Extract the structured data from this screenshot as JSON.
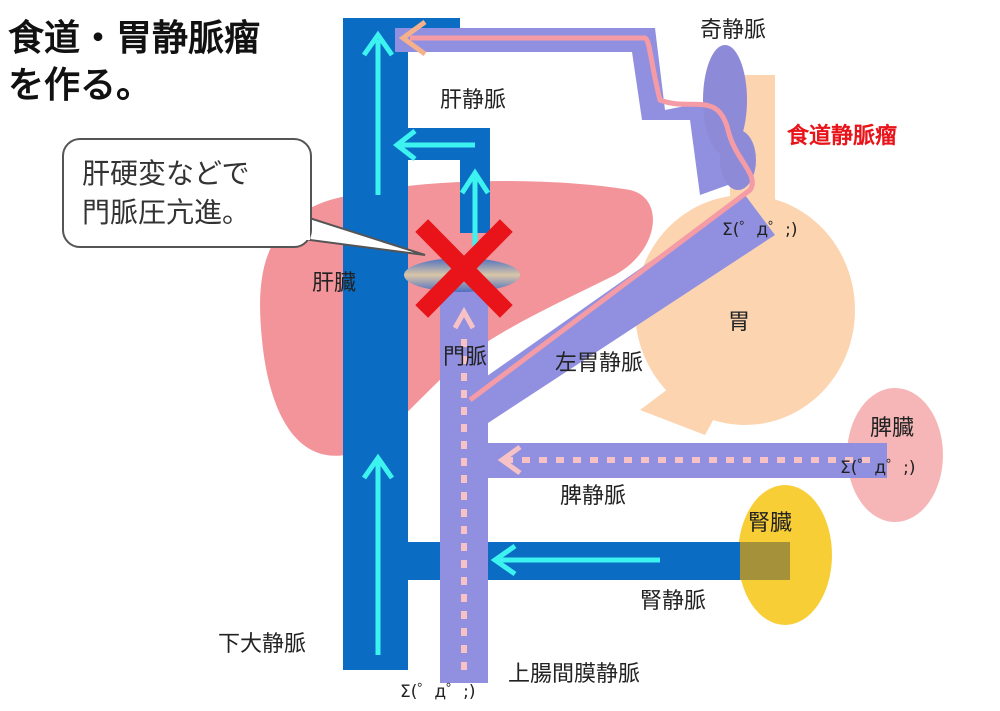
{
  "title": {
    "line1": "食道・胃静脈瘤",
    "line2": "を作る。"
  },
  "callout": {
    "line1": "肝硬変などで",
    "line2": "門脈圧亢進。"
  },
  "labels": {
    "azygos_vein": "奇静脈",
    "hepatic_vein": "肝静脈",
    "esophageal_varices": "食道静脈瘤",
    "liver": "肝臓",
    "stomach": "胃",
    "portal_vein": "門脈",
    "left_gastric_vein": "左胃静脈",
    "spleen": "脾臓",
    "splenic_vein": "脾静脈",
    "kidney": "腎臓",
    "renal_vein": "腎静脈",
    "inferior_vena_cava": "下大静脈",
    "superior_mesenteric_vein": "上腸間膜静脈"
  },
  "faces": {
    "stomach_face": "Σ(゜д゜;)",
    "spleen_face": "Σ(゜д゜;)",
    "bottom_face": "Σ(゜д゜;)"
  },
  "colors": {
    "vena_cava_blue": "#0b6cc4",
    "flow_arrow_cyan": "#3cf3f0",
    "portal_purple": "#9190e0",
    "collateral_pink": "#f49ba6",
    "liver_pink": "#f2949a",
    "stomach_peach": "#fcd4b0",
    "spleen_pink": "#f6b6b8",
    "kidney_yellow": "#f8ce36",
    "block_red": "#e8141a"
  }
}
